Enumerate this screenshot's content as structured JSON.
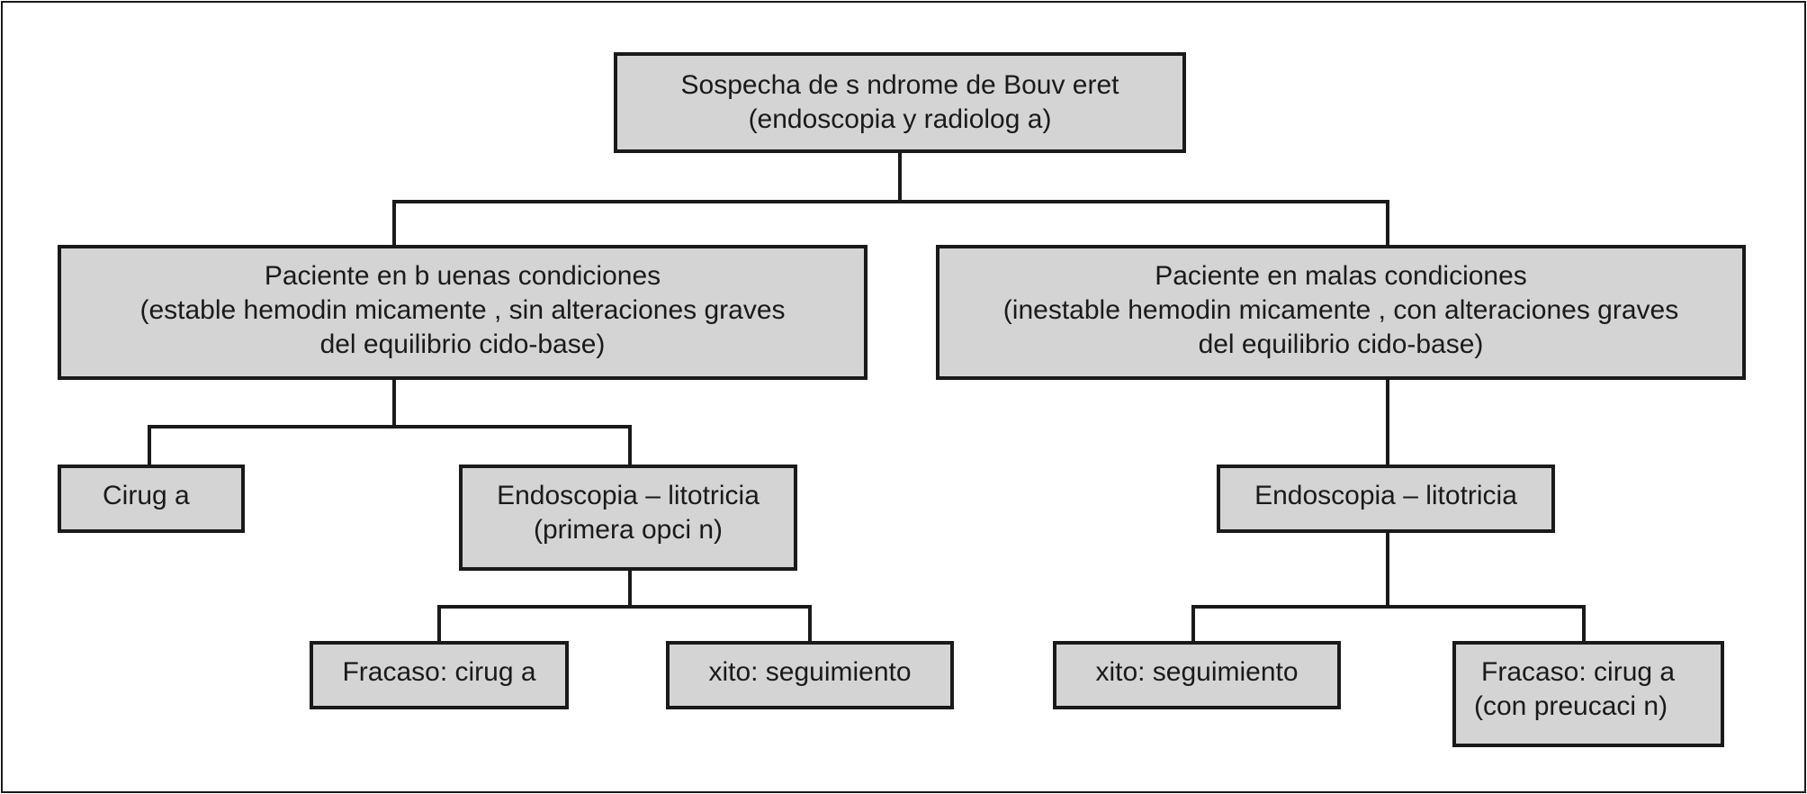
{
  "diagram": {
    "root": {
      "line1": "Sospecha de s ndrome de Bouv eret",
      "line2": "(endoscopia y radiolog a)"
    },
    "good": {
      "line1": "Paciente en b uenas condiciones",
      "line2": "(estable hemodin micamente , sin alteraciones graves",
      "line3": "del equilibrio  cido-base)"
    },
    "bad": {
      "line1": "Paciente en malas condiciones",
      "line2": "(inestable hemodin micamente  , con alteraciones graves",
      "line3": "del equilibrio  cido-base)"
    },
    "surgery": {
      "line1": "Cirug a"
    },
    "endo_good": {
      "line1": "Endoscopia – litotricia",
      "line2": "(primera opci n)"
    },
    "endo_bad": {
      "line1": "Endoscopia – litotricia"
    },
    "fail_good": {
      "line1": "Fracaso: cirug a"
    },
    "success_good": {
      "line1": " xito:   seguimiento"
    },
    "success_bad": {
      "line1": " xito:   seguimiento"
    },
    "fail_bad": {
      "line1": "Fracaso: cirug a",
      "line2": "(con preucaci n)"
    }
  }
}
